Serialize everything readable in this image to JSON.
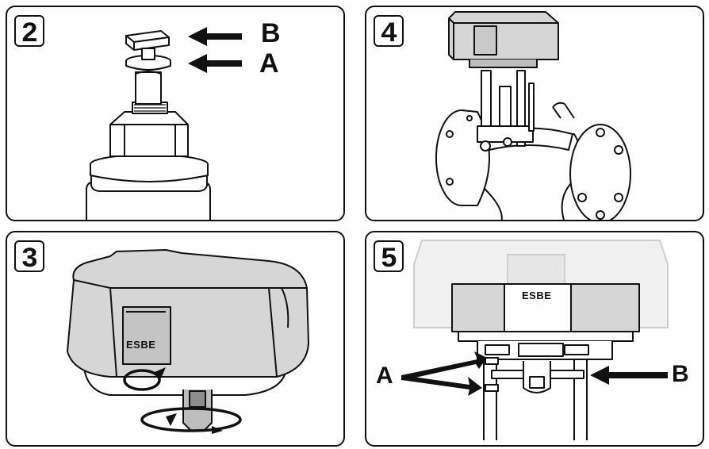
{
  "panels": [
    {
      "id": "p2",
      "step": "2",
      "labels": [
        "B",
        "A"
      ]
    },
    {
      "id": "p4",
      "step": "4"
    },
    {
      "id": "p3",
      "step": "3",
      "brand": "ESBE"
    },
    {
      "id": "p5",
      "step": "5",
      "brand": "ESBE",
      "labels": [
        "A",
        "B"
      ]
    }
  ],
  "colors": {
    "line": "#111111",
    "housing": "#d6d6d6",
    "housing_dark": "#bdbdbd",
    "ghost": "#e6e6e6"
  }
}
